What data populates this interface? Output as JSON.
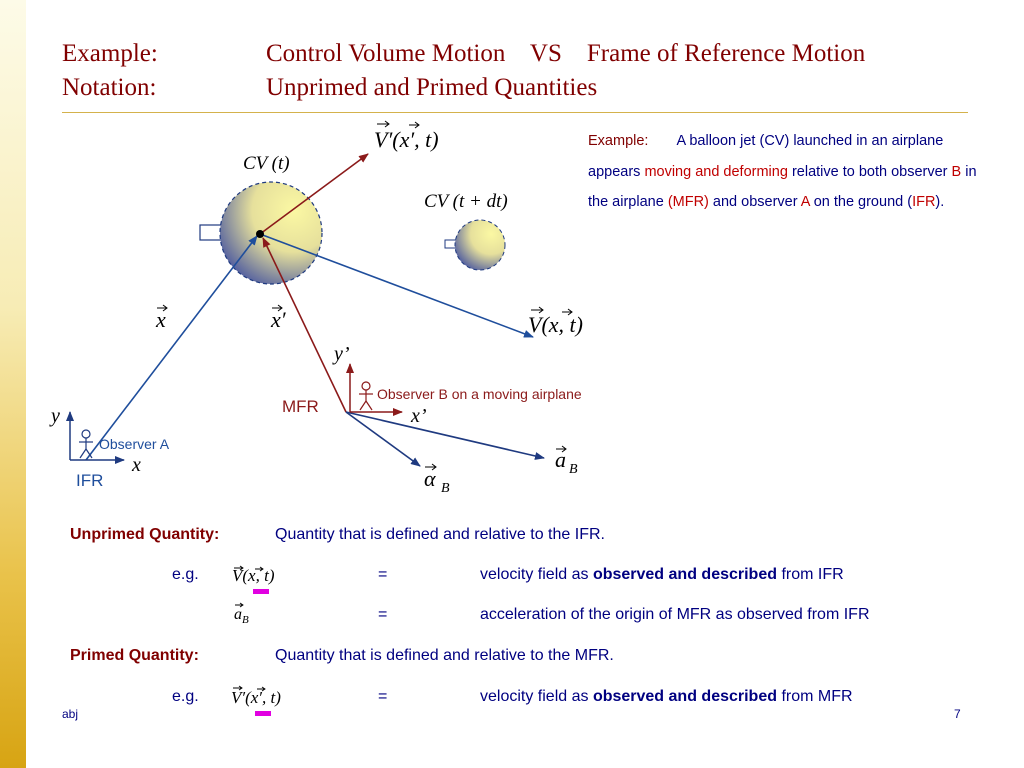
{
  "title": {
    "line1": {
      "label": "Example:",
      "text": "Control Volume Motion    VS    Frame of Reference Motion"
    },
    "line2": {
      "label": "Notation:",
      "text": "Unprimed and Primed Quantities"
    }
  },
  "example_box": {
    "label": "Example:",
    "t1": "A balloon jet (CV) launched in an airplane appears ",
    "t2": "moving and deforming",
    "t3": " relative to both observer ",
    "t4": "B",
    "t5": " in the airplane ",
    "t6": "(MFR)",
    "t7": " and observer ",
    "t8": "A",
    "t9": " on the ground (",
    "t10": "IFR",
    "t11": ")."
  },
  "diagram": {
    "cv_t_label": "CV (t)",
    "cv_tdt_label": "CV (t + dt)",
    "v_prime_label": "V′(x′, t)",
    "v_label": "V(x, t)",
    "x_vec_label": "x",
    "x_prime_vec_label": "x′",
    "y_prime_axis": "y’",
    "x_prime_axis": "x’",
    "y_axis": "y",
    "x_axis": "x",
    "mfr": "MFR",
    "ifr": "IFR",
    "observer_b": "Observer B on a moving airplane",
    "observer_a": "Observer A",
    "a_b_label": "a",
    "a_b_sub": "B",
    "alpha_b_label": "α",
    "alpha_b_sub": "B"
  },
  "definitions": {
    "unprimed_label": "Unprimed Quantity:",
    "unprimed_text": "Quantity that is defined and relative to the IFR.",
    "eg": "e.g.",
    "eq": "=",
    "row1_math": "V(x, t)",
    "row1_text_a": "velocity field as ",
    "row1_text_b": "observed and described",
    "row1_text_c": " from IFR",
    "row2_math": "a",
    "row2_sub": "B",
    "row2_text": "acceleration of the origin of MFR as observed from IFR",
    "primed_label": "Primed Quantity:",
    "primed_text": "Quantity that is defined and relative to the MFR.",
    "row3_math": "V′(x′, t)",
    "row3_text_a": "velocity field as ",
    "row3_text_b": "observed and described",
    "row3_text_c": " from MFR"
  },
  "footer": {
    "author": "abj",
    "page": "7"
  },
  "colors": {
    "title": "#800000",
    "body": "#000080",
    "arrow_red": "#8b1a1a",
    "arrow_blue": "#1f4e9c",
    "highlight": "#e100e1",
    "rule": "#d4b24c"
  }
}
